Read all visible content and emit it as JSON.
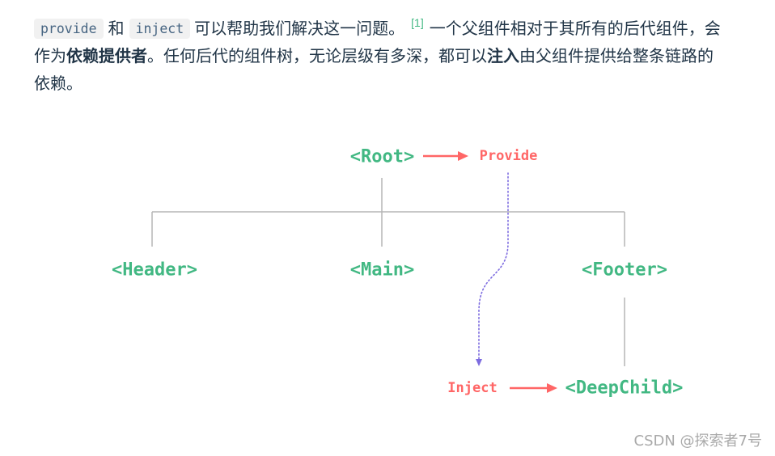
{
  "colors": {
    "text": "#213547",
    "code_bg": "#f1f1f1",
    "code_text": "#476582",
    "link": "#42b883",
    "component_label": "#42b883",
    "provide_inject": "#ff6666",
    "injection_path": "#7d6ce0",
    "tree_line": "#b5b5b5",
    "watermark": "#a9a9a9"
  },
  "intro": {
    "code_provide": "provide",
    "connector_and": "和",
    "code_inject": "inject",
    "sentence_1": "可以帮助我们解决这一问题。",
    "footnote": "[1]",
    "sentence_2_start": "一个父组件相对于其所有的后代组件，会",
    "sentence_2_cont": "作为",
    "bold_dependency_provider": "依赖提供者",
    "sentence_3": "。任何后代的组件树，无论层级有多深，都可以",
    "bold_inject": "注入",
    "sentence_3_cont": "由父组件提供给整条链路的",
    "sentence_3_end": "依赖。"
  },
  "diagram": {
    "nodes": {
      "root": "<Root>",
      "header": "<Header>",
      "main": "<Main>",
      "footer": "<Footer>",
      "deep_child": "<DeepChild>"
    },
    "provide_label": "Provide",
    "inject_label": "Inject"
  },
  "watermark": "CSDN @探索者7号"
}
